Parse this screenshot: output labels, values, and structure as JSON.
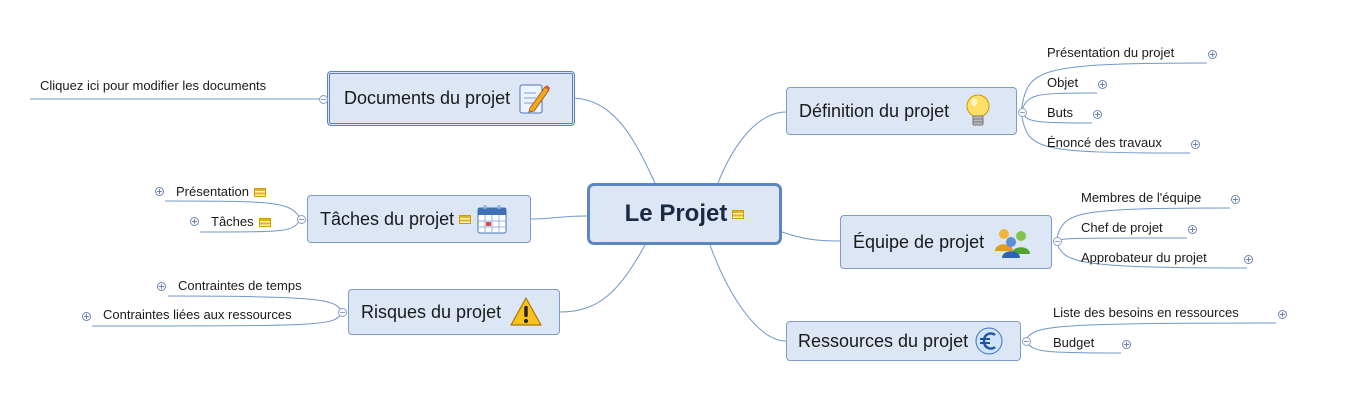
{
  "central": {
    "label": "Le Projet"
  },
  "topics": {
    "documents": {
      "label": "Documents du projet",
      "icon": "edit-document-icon",
      "children": [
        "Cliquez ici pour modifier les documents"
      ]
    },
    "taches": {
      "label": "Tâches du projet",
      "icon": "calendar-icon",
      "children": [
        "Présentation",
        "Tâches"
      ]
    },
    "risques": {
      "label": "Risques du projet",
      "icon": "warning-icon",
      "children": [
        "Contraintes de temps",
        "Contraintes liées aux ressources"
      ]
    },
    "definition": {
      "label": "Définition du projet",
      "icon": "lightbulb-icon",
      "children": [
        "Présentation du projet",
        "Objet",
        "Buts",
        "Énoncé des travaux"
      ]
    },
    "equipe": {
      "label": "Équipe de projet",
      "icon": "team-icon",
      "children": [
        "Membres de l'équipe",
        "Chef de projet",
        "Approbateur du projet"
      ]
    },
    "ressources": {
      "label": "Ressources du projet",
      "icon": "euro-icon",
      "children": [
        "Liste des besoins en ressources",
        "Budget"
      ]
    }
  },
  "colors": {
    "topic_fill": "#dce6f5",
    "topic_border": "#7d9ccb",
    "line": "#6f97c8",
    "central_border": "#5b86c6"
  }
}
